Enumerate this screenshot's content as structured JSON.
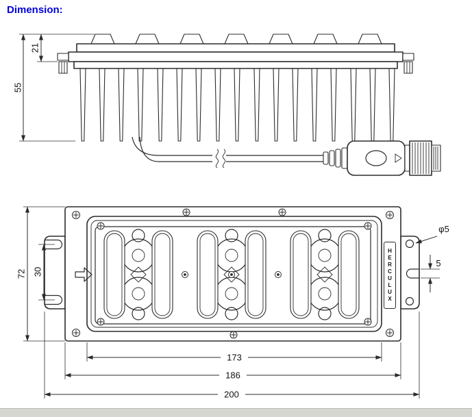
{
  "title": {
    "label": "Dimension:"
  },
  "brand": {
    "label": "HERCULUX"
  },
  "dims": {
    "side_top_height": "21",
    "side_total_height": "55",
    "front_height": "72",
    "hole_spacing": "30",
    "hole_diameter": "φ5",
    "slot_width": "5",
    "width_inner": "173",
    "width_body": "186",
    "width_total": "200"
  },
  "colors": {
    "title_blue": "#0000dd",
    "line": "#2b2b2b",
    "footer_gray": "#d7d7d2"
  }
}
